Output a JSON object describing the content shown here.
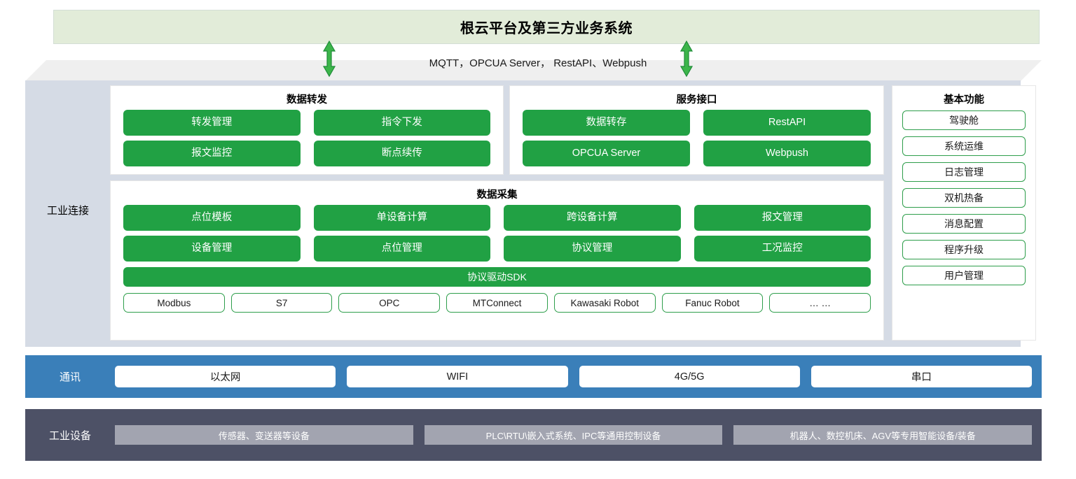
{
  "platform": {
    "title": "根云平台及第三方业务系统"
  },
  "protocol_line": {
    "text": "MQTT，OPCUA Server， RestAPI、Webpush"
  },
  "arrows": {
    "left_name": "bidirectional-arrow-left",
    "right_name": "bidirectional-arrow-right",
    "color": "#2aa047"
  },
  "layers": {
    "industrial_connect": {
      "label": "工业连接",
      "background": "#d5dbe5",
      "sections": {
        "data_forward": {
          "title": "数据转发",
          "items": [
            "转发管理",
            "指令下发",
            "报文监控",
            "断点续传"
          ]
        },
        "service_interface": {
          "title": "服务接口",
          "items": [
            "数据转存",
            "RestAPI",
            "OPCUA Server",
            "Webpush"
          ]
        },
        "data_collection": {
          "title": "数据采集",
          "items": [
            "点位模板",
            "单设备计算",
            "跨设备计算",
            "报文管理",
            "设备管理",
            "点位管理",
            "协议管理",
            "工况监控"
          ],
          "sdk_bar": "协议驱动SDK",
          "protocols": [
            "Modbus",
            "S7",
            "OPC",
            "MTConnect",
            "Kawasaki Robot",
            "Fanuc Robot",
            "… …"
          ]
        },
        "basic_functions": {
          "title": "基本功能",
          "items": [
            "驾驶舱",
            "系统运维",
            "日志管理",
            "双机热备",
            "消息配置",
            "程序升级",
            "用户管理"
          ]
        }
      }
    },
    "communication": {
      "label": "通讯",
      "background": "#3a7fb9",
      "items": [
        "以太网",
        "WIFI",
        "4G/5G",
        "串口"
      ]
    },
    "industrial_devices": {
      "label": "工业设备",
      "background": "#4d5166",
      "items": [
        "传感器、变送器等设备",
        "PLC\\RTU\\嵌入式系统、IPC等通用控制设备",
        "机器人、数控机床、AGV等专用智能设备/装备"
      ]
    }
  },
  "colors": {
    "green_button": "#21a144",
    "green_border": "#2e9e4b",
    "banner_green": "#e2ecd9",
    "slab_body": "#d5dbe5",
    "slab_top": "#efefef",
    "blue_band": "#3a7fb9",
    "dark_band": "#4d5166",
    "device_chip": "#a2a4b0"
  }
}
